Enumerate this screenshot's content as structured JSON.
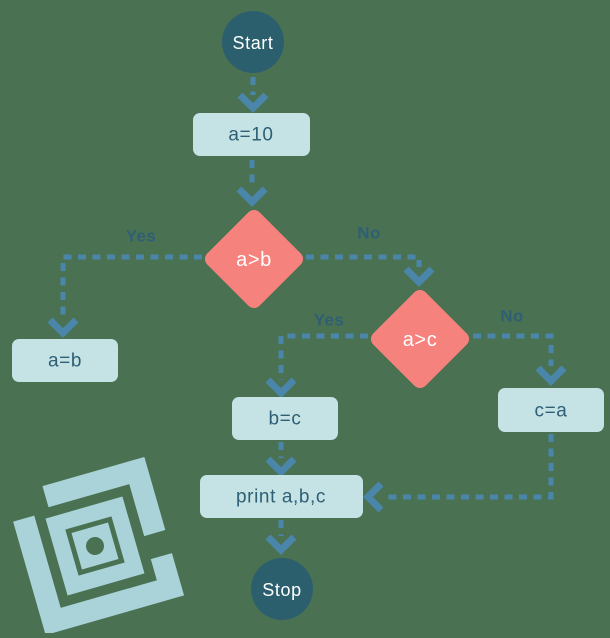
{
  "colors": {
    "background": "#4a7152",
    "terminator_fill": "#2b5f6e",
    "process_fill": "#c5e3e4",
    "decision_fill": "#f5827c",
    "connector": "#4a85aa",
    "text_dark": "#2e5f75",
    "text_light": "#ffffff",
    "logo": "#a9d3d8"
  },
  "flowchart": {
    "nodes": {
      "start": {
        "label": "Start",
        "type": "terminator"
      },
      "init": {
        "label": "a=10",
        "type": "process"
      },
      "cond_ab": {
        "label": "a>b",
        "type": "decision"
      },
      "set_ab": {
        "label": "a=b",
        "type": "process"
      },
      "cond_ac": {
        "label": "a>c",
        "type": "decision"
      },
      "set_bc": {
        "label": "b=c",
        "type": "process"
      },
      "set_ca": {
        "label": "c=a",
        "type": "process"
      },
      "print": {
        "label": "print a,b,c",
        "type": "process"
      },
      "stop": {
        "label": "Stop",
        "type": "terminator"
      }
    },
    "branches": {
      "ab_yes": "Yes",
      "ab_no": "No",
      "ac_yes": "Yes",
      "ac_no": "No"
    },
    "edges": [
      {
        "from": "start",
        "to": "init"
      },
      {
        "from": "init",
        "to": "cond_ab"
      },
      {
        "from": "cond_ab",
        "to": "set_ab",
        "label": "Yes"
      },
      {
        "from": "cond_ab",
        "to": "cond_ac",
        "label": "No"
      },
      {
        "from": "cond_ac",
        "to": "set_bc",
        "label": "Yes"
      },
      {
        "from": "cond_ac",
        "to": "set_ca",
        "label": "No"
      },
      {
        "from": "set_bc",
        "to": "print"
      },
      {
        "from": "set_ca",
        "to": "print"
      },
      {
        "from": "print",
        "to": "stop"
      }
    ]
  }
}
